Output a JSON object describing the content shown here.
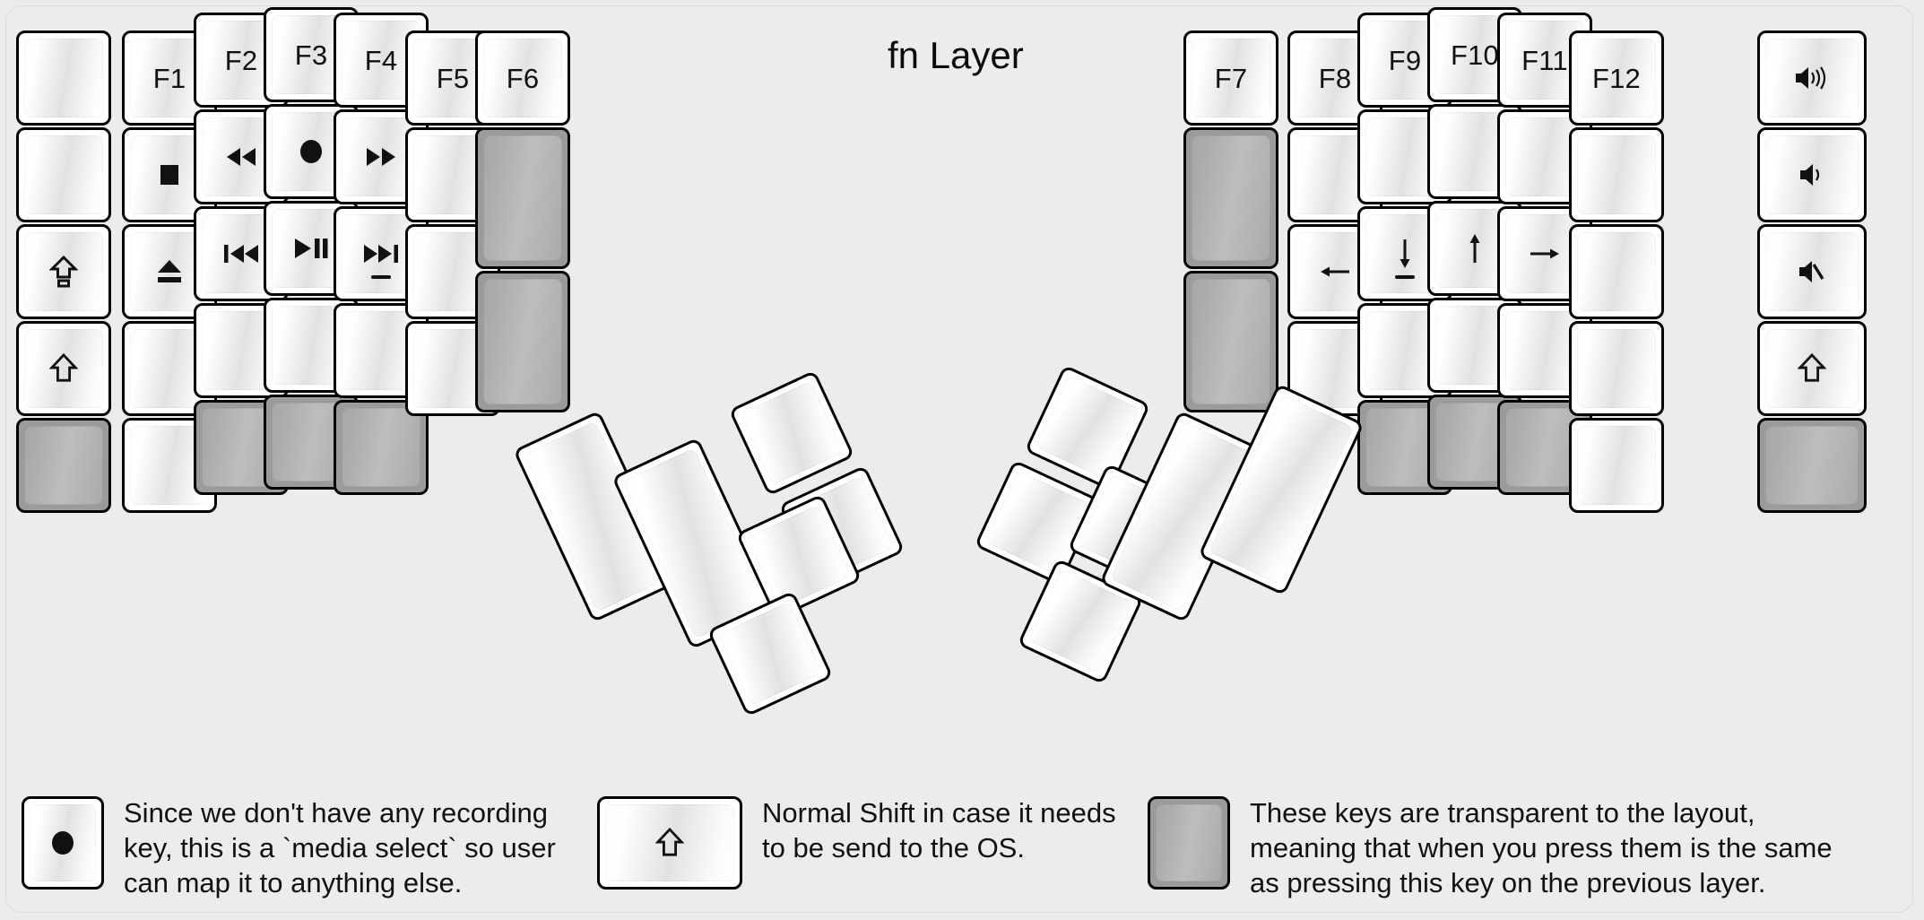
{
  "meta": {
    "title": "fn Layer",
    "background_color": "#ececec",
    "key_face_color": "#ffffff",
    "key_transparent_color": "#9b9b9b",
    "key_border_color": "#000000",
    "text_color": "#111111"
  },
  "left_half": {
    "columns": [
      {
        "name": "pinky-outer",
        "keys": [
          {
            "label": "",
            "icon": "",
            "type": "normal"
          },
          {
            "label": "",
            "icon": "",
            "type": "normal"
          },
          {
            "label": "",
            "icon": "caps-lock-icon",
            "type": "normal"
          },
          {
            "label": "",
            "icon": "shift-icon",
            "type": "normal"
          },
          {
            "label": "",
            "icon": "",
            "type": "transparent"
          }
        ]
      },
      {
        "name": "pinky",
        "keys": [
          {
            "label": "F1",
            "icon": "",
            "type": "normal"
          },
          {
            "label": "",
            "icon": "stop-icon",
            "type": "normal"
          },
          {
            "label": "",
            "icon": "eject-icon",
            "type": "normal"
          },
          {
            "label": "",
            "icon": "",
            "type": "normal"
          },
          {
            "label": "",
            "icon": "",
            "type": "normal"
          }
        ]
      },
      {
        "name": "ring",
        "keys": [
          {
            "label": "F2",
            "icon": "",
            "type": "normal"
          },
          {
            "label": "",
            "icon": "rewind-icon",
            "type": "normal"
          },
          {
            "label": "",
            "icon": "previous-track-icon",
            "type": "normal"
          },
          {
            "label": "",
            "icon": "",
            "type": "normal"
          },
          {
            "label": "",
            "icon": "",
            "type": "transparent"
          }
        ]
      },
      {
        "name": "middle",
        "keys": [
          {
            "label": "F3",
            "icon": "",
            "type": "normal"
          },
          {
            "label": "",
            "icon": "record-icon",
            "type": "normal"
          },
          {
            "label": "",
            "icon": "play-pause-icon",
            "type": "normal"
          },
          {
            "label": "",
            "icon": "",
            "type": "normal"
          },
          {
            "label": "",
            "icon": "",
            "type": "transparent"
          }
        ]
      },
      {
        "name": "index",
        "keys": [
          {
            "label": "F4",
            "icon": "",
            "type": "normal"
          },
          {
            "label": "",
            "icon": "fast-forward-icon",
            "type": "normal"
          },
          {
            "label": "",
            "icon": "next-track-icon",
            "type": "normal",
            "homing": true
          },
          {
            "label": "",
            "icon": "",
            "type": "normal"
          },
          {
            "label": "",
            "icon": "",
            "type": "transparent"
          }
        ]
      },
      {
        "name": "index-inner",
        "keys": [
          {
            "label": "F5",
            "icon": "",
            "type": "normal"
          },
          {
            "label": "",
            "icon": "",
            "type": "normal"
          },
          {
            "label": "",
            "icon": "",
            "type": "normal"
          },
          {
            "label": "",
            "icon": "",
            "type": "normal"
          }
        ]
      },
      {
        "name": "inner-extra",
        "keys": [
          {
            "label": "F6",
            "icon": "",
            "type": "normal"
          },
          {
            "label": "",
            "icon": "",
            "type": "transparent"
          },
          {
            "label": "",
            "icon": "",
            "type": "transparent"
          }
        ]
      }
    ],
    "thumb_cluster": [
      {
        "label": "",
        "icon": "",
        "type": "normal",
        "size": "2u"
      },
      {
        "label": "",
        "icon": "",
        "type": "normal",
        "size": "2u"
      },
      {
        "label": "",
        "icon": "",
        "type": "normal",
        "size": "1u"
      },
      {
        "label": "",
        "icon": "",
        "type": "normal",
        "size": "1u"
      },
      {
        "label": "",
        "icon": "",
        "type": "normal",
        "size": "1u"
      },
      {
        "label": "",
        "icon": "",
        "type": "normal",
        "size": "1u"
      }
    ]
  },
  "right_half": {
    "columns": [
      {
        "name": "inner-extra",
        "keys": [
          {
            "label": "F7",
            "icon": "",
            "type": "normal"
          },
          {
            "label": "",
            "icon": "",
            "type": "transparent"
          },
          {
            "label": "",
            "icon": "",
            "type": "transparent"
          }
        ]
      },
      {
        "name": "index-inner",
        "keys": [
          {
            "label": "F8",
            "icon": "",
            "type": "normal"
          },
          {
            "label": "",
            "icon": "",
            "type": "normal"
          },
          {
            "label": "",
            "icon": "arrow-left-icon",
            "type": "normal"
          },
          {
            "label": "",
            "icon": "",
            "type": "normal"
          }
        ]
      },
      {
        "name": "index",
        "keys": [
          {
            "label": "F9",
            "icon": "",
            "type": "normal"
          },
          {
            "label": "",
            "icon": "",
            "type": "normal"
          },
          {
            "label": "",
            "icon": "arrow-down-icon",
            "type": "normal",
            "homing": true
          },
          {
            "label": "",
            "icon": "",
            "type": "normal"
          },
          {
            "label": "",
            "icon": "",
            "type": "transparent"
          }
        ]
      },
      {
        "name": "middle",
        "keys": [
          {
            "label": "F10",
            "icon": "",
            "type": "normal"
          },
          {
            "label": "",
            "icon": "",
            "type": "normal"
          },
          {
            "label": "",
            "icon": "arrow-up-icon",
            "type": "normal"
          },
          {
            "label": "",
            "icon": "",
            "type": "normal"
          },
          {
            "label": "",
            "icon": "",
            "type": "transparent"
          }
        ]
      },
      {
        "name": "ring",
        "keys": [
          {
            "label": "F11",
            "icon": "",
            "type": "normal"
          },
          {
            "label": "",
            "icon": "",
            "type": "normal"
          },
          {
            "label": "",
            "icon": "arrow-right-icon",
            "type": "normal"
          },
          {
            "label": "",
            "icon": "",
            "type": "normal"
          },
          {
            "label": "",
            "icon": "",
            "type": "transparent"
          }
        ]
      },
      {
        "name": "pinky",
        "keys": [
          {
            "label": "F12",
            "icon": "",
            "type": "normal"
          },
          {
            "label": "",
            "icon": "",
            "type": "normal"
          },
          {
            "label": "",
            "icon": "",
            "type": "normal"
          },
          {
            "label": "",
            "icon": "",
            "type": "normal"
          },
          {
            "label": "",
            "icon": "",
            "type": "normal"
          }
        ]
      },
      {
        "name": "pinky-outer",
        "keys": [
          {
            "label": "",
            "icon": "volume-up-icon",
            "type": "normal"
          },
          {
            "label": "",
            "icon": "volume-down-icon",
            "type": "normal"
          },
          {
            "label": "",
            "icon": "mute-icon",
            "type": "normal"
          },
          {
            "label": "",
            "icon": "shift-icon",
            "type": "normal"
          },
          {
            "label": "",
            "icon": "",
            "type": "transparent"
          }
        ]
      }
    ],
    "thumb_cluster": [
      {
        "label": "",
        "icon": "",
        "type": "normal",
        "size": "1u"
      },
      {
        "label": "",
        "icon": "",
        "type": "normal",
        "size": "1u"
      },
      {
        "label": "",
        "icon": "",
        "type": "normal",
        "size": "1u"
      },
      {
        "label": "",
        "icon": "",
        "type": "normal",
        "size": "1u"
      },
      {
        "label": "",
        "icon": "",
        "type": "normal",
        "size": "2u"
      },
      {
        "label": "",
        "icon": "",
        "type": "normal",
        "size": "2u"
      }
    ]
  },
  "legend": [
    {
      "key_icon": "record-icon",
      "key_type": "normal",
      "text": "Since we don't have any recording\nkey, this is a `media select` so user\ncan map it to anything else."
    },
    {
      "key_icon": "shift-icon",
      "key_type": "normal",
      "text": "Normal Shift in case it needs\nto be send to the OS."
    },
    {
      "key_icon": "",
      "key_type": "transparent",
      "text": "These keys are transparent to the layout,\nmeaning that when you press them is the same\nas pressing this key on the previous layer."
    }
  ]
}
